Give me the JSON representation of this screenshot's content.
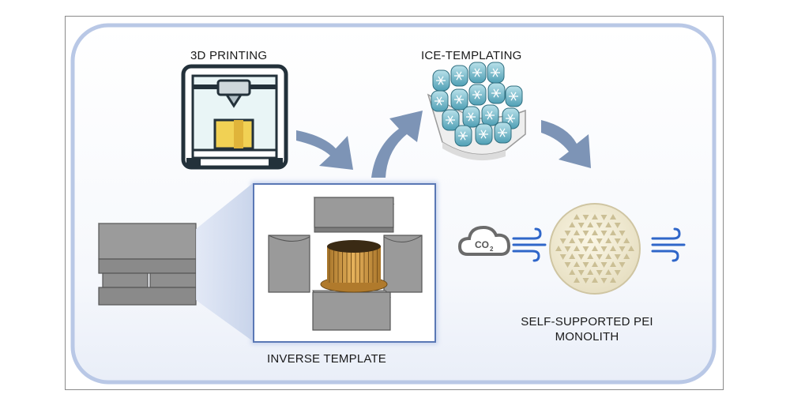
{
  "labels": {
    "printing": "3D PRINTING",
    "ice": "ICE-TEMPLATING",
    "inverse": "INVERSE TEMPLATE",
    "pei_line1": "SELF-SUPPORTED PEI",
    "pei_line2": "MONOLITH",
    "co2": "CO",
    "co2_sub": "2"
  },
  "icons": {
    "printer": "3d-printer-icon",
    "ice_block": "ice-templated-block",
    "mold": "inverse-template-mold",
    "monolith": "pei-monolith-disc",
    "cloud": "co2-cloud-icon",
    "wind": "wind-icon"
  },
  "colors": {
    "panel_border": "#b9c8e6",
    "arrow": "#7d94b6",
    "mold_grey": "#8e8e8e",
    "printer_yellow": "#f1d154",
    "ice_blue": "#6fb6c8",
    "wind_blue": "#2f66c9"
  }
}
